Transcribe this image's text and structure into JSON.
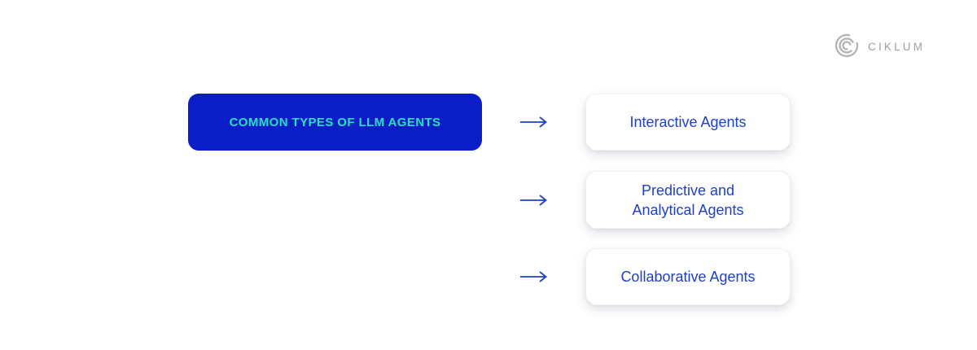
{
  "brand": {
    "name": "CIKLUM",
    "icon": "ciklum-arcs-icon",
    "text_color": "#9e9ea0",
    "icon_color": "#b5b5b5"
  },
  "diagram": {
    "source_box": {
      "label": "COMMON TYPES OF LLM AGENTS",
      "bg_color": "#0b1dc6",
      "text_color": "#25e1c2"
    },
    "arrow": {
      "icon": "right-arrow-icon",
      "color": "#1d41c9"
    },
    "items": [
      {
        "line1": "Interactive Agents",
        "line2": ""
      },
      {
        "line1": "Predictive and",
        "line2": "Analytical Agents"
      },
      {
        "line1": "Collaborative Agents",
        "line2": ""
      }
    ],
    "item_text_color": "#1d41c9"
  }
}
